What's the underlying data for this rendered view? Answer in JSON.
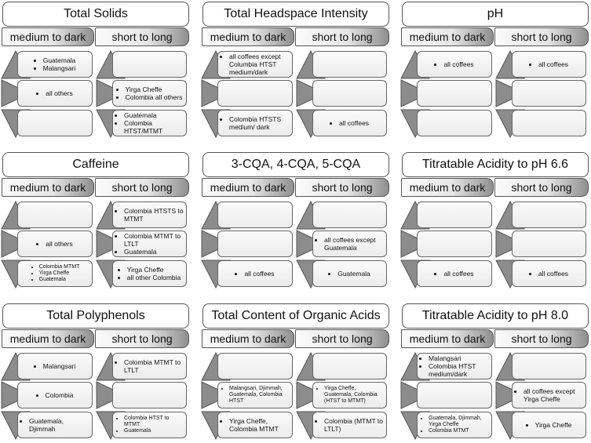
{
  "headers": {
    "left": "medium to dark",
    "right": "short to long"
  },
  "panels": [
    {
      "title": "Total Solids",
      "rows": [
        {
          "left": [
            "Guatemala",
            "Malangsari"
          ],
          "right": []
        },
        {
          "left": [
            "all others"
          ],
          "right": [
            "Yirga Cheffe",
            "Colombia all others"
          ]
        },
        {
          "left": [],
          "right": [
            "Guatemala",
            "Colombia HTST/MTMT"
          ]
        }
      ]
    },
    {
      "title": "Total Headspace Intensity",
      "rows": [
        {
          "left": [
            "all coffees except Columbia HTST medium/dark"
          ],
          "right": []
        },
        {
          "left": [],
          "right": []
        },
        {
          "left": [
            "Colombia HTSTS medium/ dark"
          ],
          "right": [
            "all coffees"
          ]
        }
      ]
    },
    {
      "title": "pH",
      "rows": [
        {
          "left": [
            "all coffees"
          ],
          "right": [
            "all coffees"
          ]
        },
        {
          "left": [],
          "right": []
        },
        {
          "left": [],
          "right": []
        }
      ]
    },
    {
      "title": "Caffeine",
      "rows": [
        {
          "left": [],
          "right": [
            "Colombia HTSTS to MTMT"
          ]
        },
        {
          "left": [
            "all others"
          ],
          "right": [
            "Colombia MTMT to LTLT",
            "Guatemala"
          ]
        },
        {
          "left": [
            "Colombia MTMT",
            "Yirga Cheffe",
            "Guatemala"
          ],
          "right": [
            "Yirga Cheffe",
            "all other Colombia"
          ],
          "leftSmall": true
        }
      ]
    },
    {
      "title": "3-CQA, 4-CQA, 5-CQA",
      "rows": [
        {
          "left": [],
          "right": []
        },
        {
          "left": [],
          "right": [
            "all coffees except Guatemala"
          ]
        },
        {
          "left": [
            "all coffees"
          ],
          "right": [
            "Guatemala"
          ]
        }
      ]
    },
    {
      "title": "Titratable Acidity to pH 6.6",
      "rows": [
        {
          "left": [],
          "right": []
        },
        {
          "left": [],
          "right": []
        },
        {
          "left": [
            "all coffees"
          ],
          "right": [
            "all coffees"
          ]
        }
      ]
    },
    {
      "title": "Total Polyphenols",
      "rows": [
        {
          "left": [
            "Malangsari"
          ],
          "right": [
            "Colombia MTMT to LTLT"
          ]
        },
        {
          "left": [
            "Colombia"
          ],
          "right": []
        },
        {
          "left": [
            "Guatemala, Djimmah"
          ],
          "right": [
            "Colombia HTST to MTMT",
            "Guatemala"
          ],
          "rightSmall": true
        }
      ]
    },
    {
      "title": "Total Content of Organic Acids",
      "rows": [
        {
          "left": [],
          "right": []
        },
        {
          "left": [
            "Malangsari, Djimmah, Guatemala, Colombia HTST"
          ],
          "right": [
            "Yirga Cheffe, Guatemala, Colombia (HTST to MTMT)"
          ],
          "leftSmall": true,
          "rightSmall": true
        },
        {
          "left": [
            "Yirga Cheffe, Colombia MTMT"
          ],
          "right": [
            "Colombia (MTMT to LTLT)"
          ]
        }
      ]
    },
    {
      "title": "Titratable Acidity to pH 8.0",
      "rows": [
        {
          "left": [
            "Malangsari",
            "Colombia HTST medium/dark"
          ],
          "right": []
        },
        {
          "left": [],
          "right": [
            "all coffees except Yirga Cheffe"
          ]
        },
        {
          "left": [
            "Guatemala, Djimmah, Yirga Cheffe",
            "Colombia MTMT"
          ],
          "right": [
            "Yirga Cheffe"
          ],
          "leftSmall": true
        }
      ]
    }
  ]
}
